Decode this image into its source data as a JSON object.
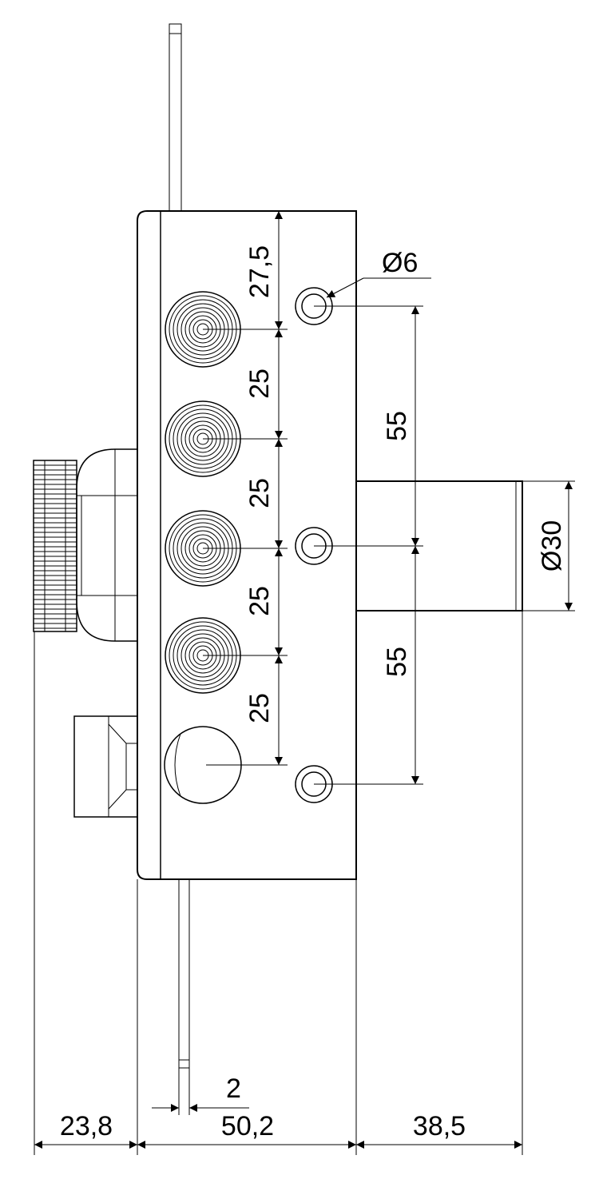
{
  "dimensions": {
    "bolt_top_offset": "27,5",
    "pin_pitch_1": "25",
    "pin_pitch_2": "25",
    "pin_pitch_3": "25",
    "pin_pitch_4": "25",
    "fixing_hole_diameter": "Ø6",
    "fixing_hole_spacing_upper": "55",
    "fixing_hole_spacing_lower": "55",
    "latch_diameter": "Ø30",
    "rod_thickness": "2",
    "knob_depth": "23,8",
    "case_depth": "50,2",
    "latch_projection": "38,5"
  },
  "colors": {
    "line": "#000000",
    "background": "#ffffff"
  }
}
